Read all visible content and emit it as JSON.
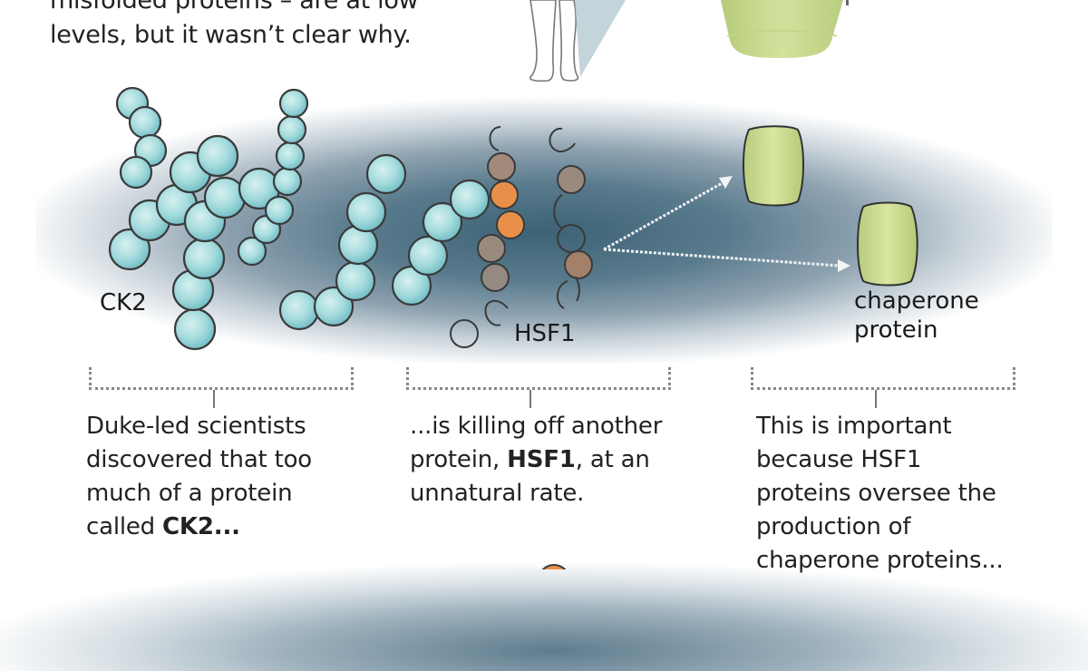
{
  "intro": {
    "line1": "misfolded proteins – are at low",
    "line2": "levels, but it wasn’t clear why."
  },
  "diagram": {
    "labels": {
      "ck2": "CK2",
      "hsf1": "HSF1",
      "chaperone_line1": "chaperone",
      "chaperone_line2": "protein"
    },
    "icons": [
      "human-figure-icon",
      "chaperone-barrel-icon",
      "ck2-protein-chain-icon",
      "hsf1-protein-chain-icon",
      "dotted-arrow-icon"
    ],
    "colors": {
      "ck2_bead": "#8fd0d6",
      "hsf1_bead_gray": "#9c8a7c",
      "hsf1_bead_orange": "#e8904a",
      "chaperone": "#c6d98e",
      "background_band": "#3d6275"
    }
  },
  "captions": [
    {
      "lines": [
        "Duke-led scientists",
        "discovered that too",
        "much of a protein"
      ],
      "last_prefix": "called ",
      "last_bold": "CK2...",
      "last_suffix": ""
    },
    {
      "line1": "...is killing off another",
      "line2_prefix": "protein, ",
      "line2_bold": "HSF1",
      "line2_suffix": ", at an",
      "line3": "unnatural rate."
    },
    {
      "lines": [
        "This is important",
        "because HSF1",
        "proteins oversee the",
        "production of",
        "chaperone proteins..."
      ]
    }
  ]
}
